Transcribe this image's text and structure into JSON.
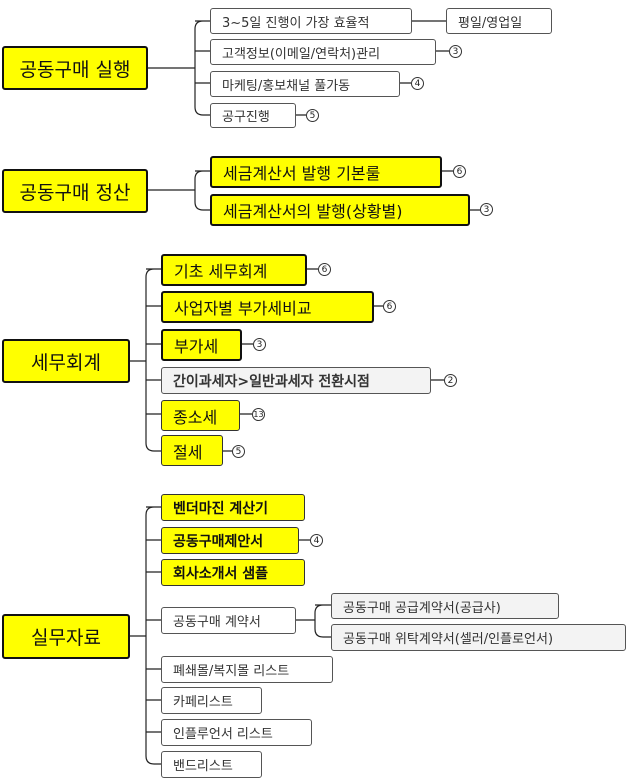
{
  "sections": [
    {
      "title": "공동구매 실행",
      "children": [
        {
          "label": "3~5일 진행이 가장 효율적",
          "child": "평일/영업일"
        },
        {
          "label": "고객정보(이메일/연락처)관리",
          "badge": "3"
        },
        {
          "label": "마케팅/홍보채널 풀가동",
          "badge": "4"
        },
        {
          "label": "공구진행",
          "badge": "5"
        }
      ]
    },
    {
      "title": "공동구매 정산",
      "children": [
        {
          "label": "세금계산서 발행 기본룰",
          "badge": "6"
        },
        {
          "label": "세금계산서의 발행(상황별)",
          "badge": "3"
        }
      ]
    },
    {
      "title": "세무회계",
      "children": [
        {
          "label": "기초 세무회계",
          "badge": "6"
        },
        {
          "label": "사업자별  부가세비교",
          "badge": "6"
        },
        {
          "label": "부가세",
          "badge": "3"
        },
        {
          "label": "간이과세자>일반과세자 전환시점",
          "badge": "2"
        },
        {
          "label": "종소세",
          "badge": "13"
        },
        {
          "label": "절세",
          "badge": "5"
        }
      ]
    },
    {
      "title": "실무자료",
      "children": [
        {
          "label": "벤더마진 계산기"
        },
        {
          "label": "공동구매제안서",
          "badge": "4"
        },
        {
          "label": "회사소개서 샘플"
        },
        {
          "label": "공동구매 계약서",
          "children": [
            "공동구매 공급계약서(공급사)",
            "공동구매 위탁계약서(셀러/인플로언서)"
          ]
        },
        {
          "label": "폐쇄몰/복지몰 리스트"
        },
        {
          "label": "카페리스트"
        },
        {
          "label": "인플루언서 리스트"
        },
        {
          "label": "밴드리스트"
        }
      ]
    }
  ],
  "colors": {
    "highlight": "#ffff00",
    "border": "#111111",
    "gray_node": "#f3f3f3"
  }
}
